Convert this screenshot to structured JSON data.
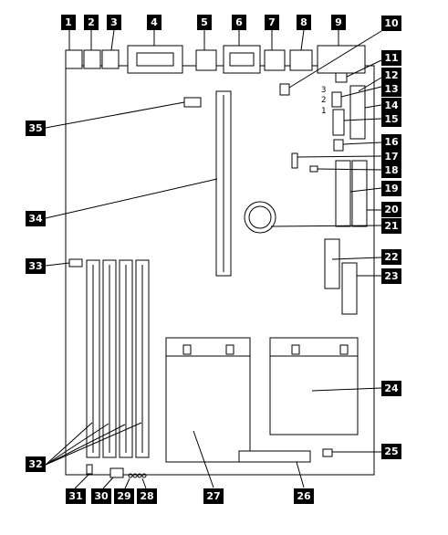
{
  "callouts": {
    "c1": "1",
    "c2": "2",
    "c3": "3",
    "c4": "4",
    "c5": "5",
    "c6": "6",
    "c7": "7",
    "c8": "8",
    "c9": "9",
    "c10": "10",
    "c11": "11",
    "c12": "12",
    "c13": "13",
    "c14": "14",
    "c15": "15",
    "c16": "16",
    "c17": "17",
    "c18": "18",
    "c19": "19",
    "c20": "20",
    "c21": "21",
    "c22": "22",
    "c23": "23",
    "c24": "24",
    "c25": "25",
    "c26": "26",
    "c27": "27",
    "c28": "28",
    "c29": "29",
    "c30": "30",
    "c31": "31",
    "c32": "32",
    "c33": "33",
    "c34": "34",
    "c35": "35"
  },
  "jumper_pins": {
    "p3": "3",
    "p2": "2",
    "p1": "1"
  }
}
